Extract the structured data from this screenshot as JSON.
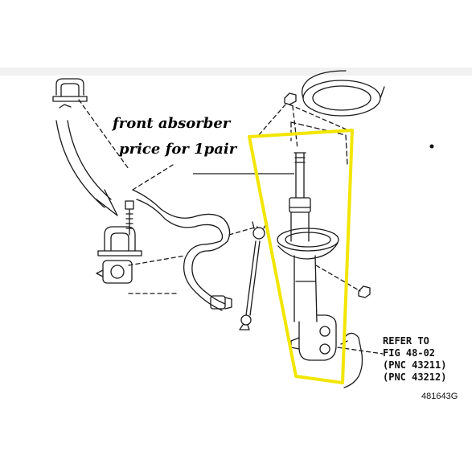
{
  "annotation": {
    "line1": "front absorber",
    "line2": "price for 1pair"
  },
  "reference": {
    "line1": "REFER TO",
    "line2": "FIG 48-02",
    "line3": "(PNC 43211)",
    "line4": "(PNC 43212)"
  },
  "figure_code": "481643G",
  "colors": {
    "highlight": "#f2e600",
    "ink": "#1a1a1a",
    "background": "#ffffff"
  }
}
